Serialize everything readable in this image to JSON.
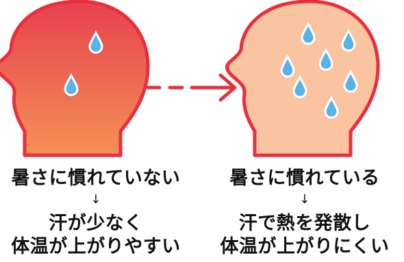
{
  "left": {
    "state": "暑さに慣れていない",
    "down_arrow": "↓",
    "result_line1": "汗が少なく",
    "result_line2": "体温が上がりやすい"
  },
  "right": {
    "state": "暑さに慣れている",
    "down_arrow": "↓",
    "result_line1": "汗で熱を発散し",
    "result_line2": "体温が上がりにくい"
  },
  "colors": {
    "hot_top": "#e8414f",
    "hot_bottom": "#f39156",
    "cool_fill": "#fbc4a0",
    "outline": "#ea2e3b",
    "drop": "#58b4e8",
    "arrow": "#e8303a"
  },
  "icons": [
    "hot-head-icon",
    "cool-head-icon",
    "sweat-drop-icon",
    "dashed-arrow-icon"
  ]
}
